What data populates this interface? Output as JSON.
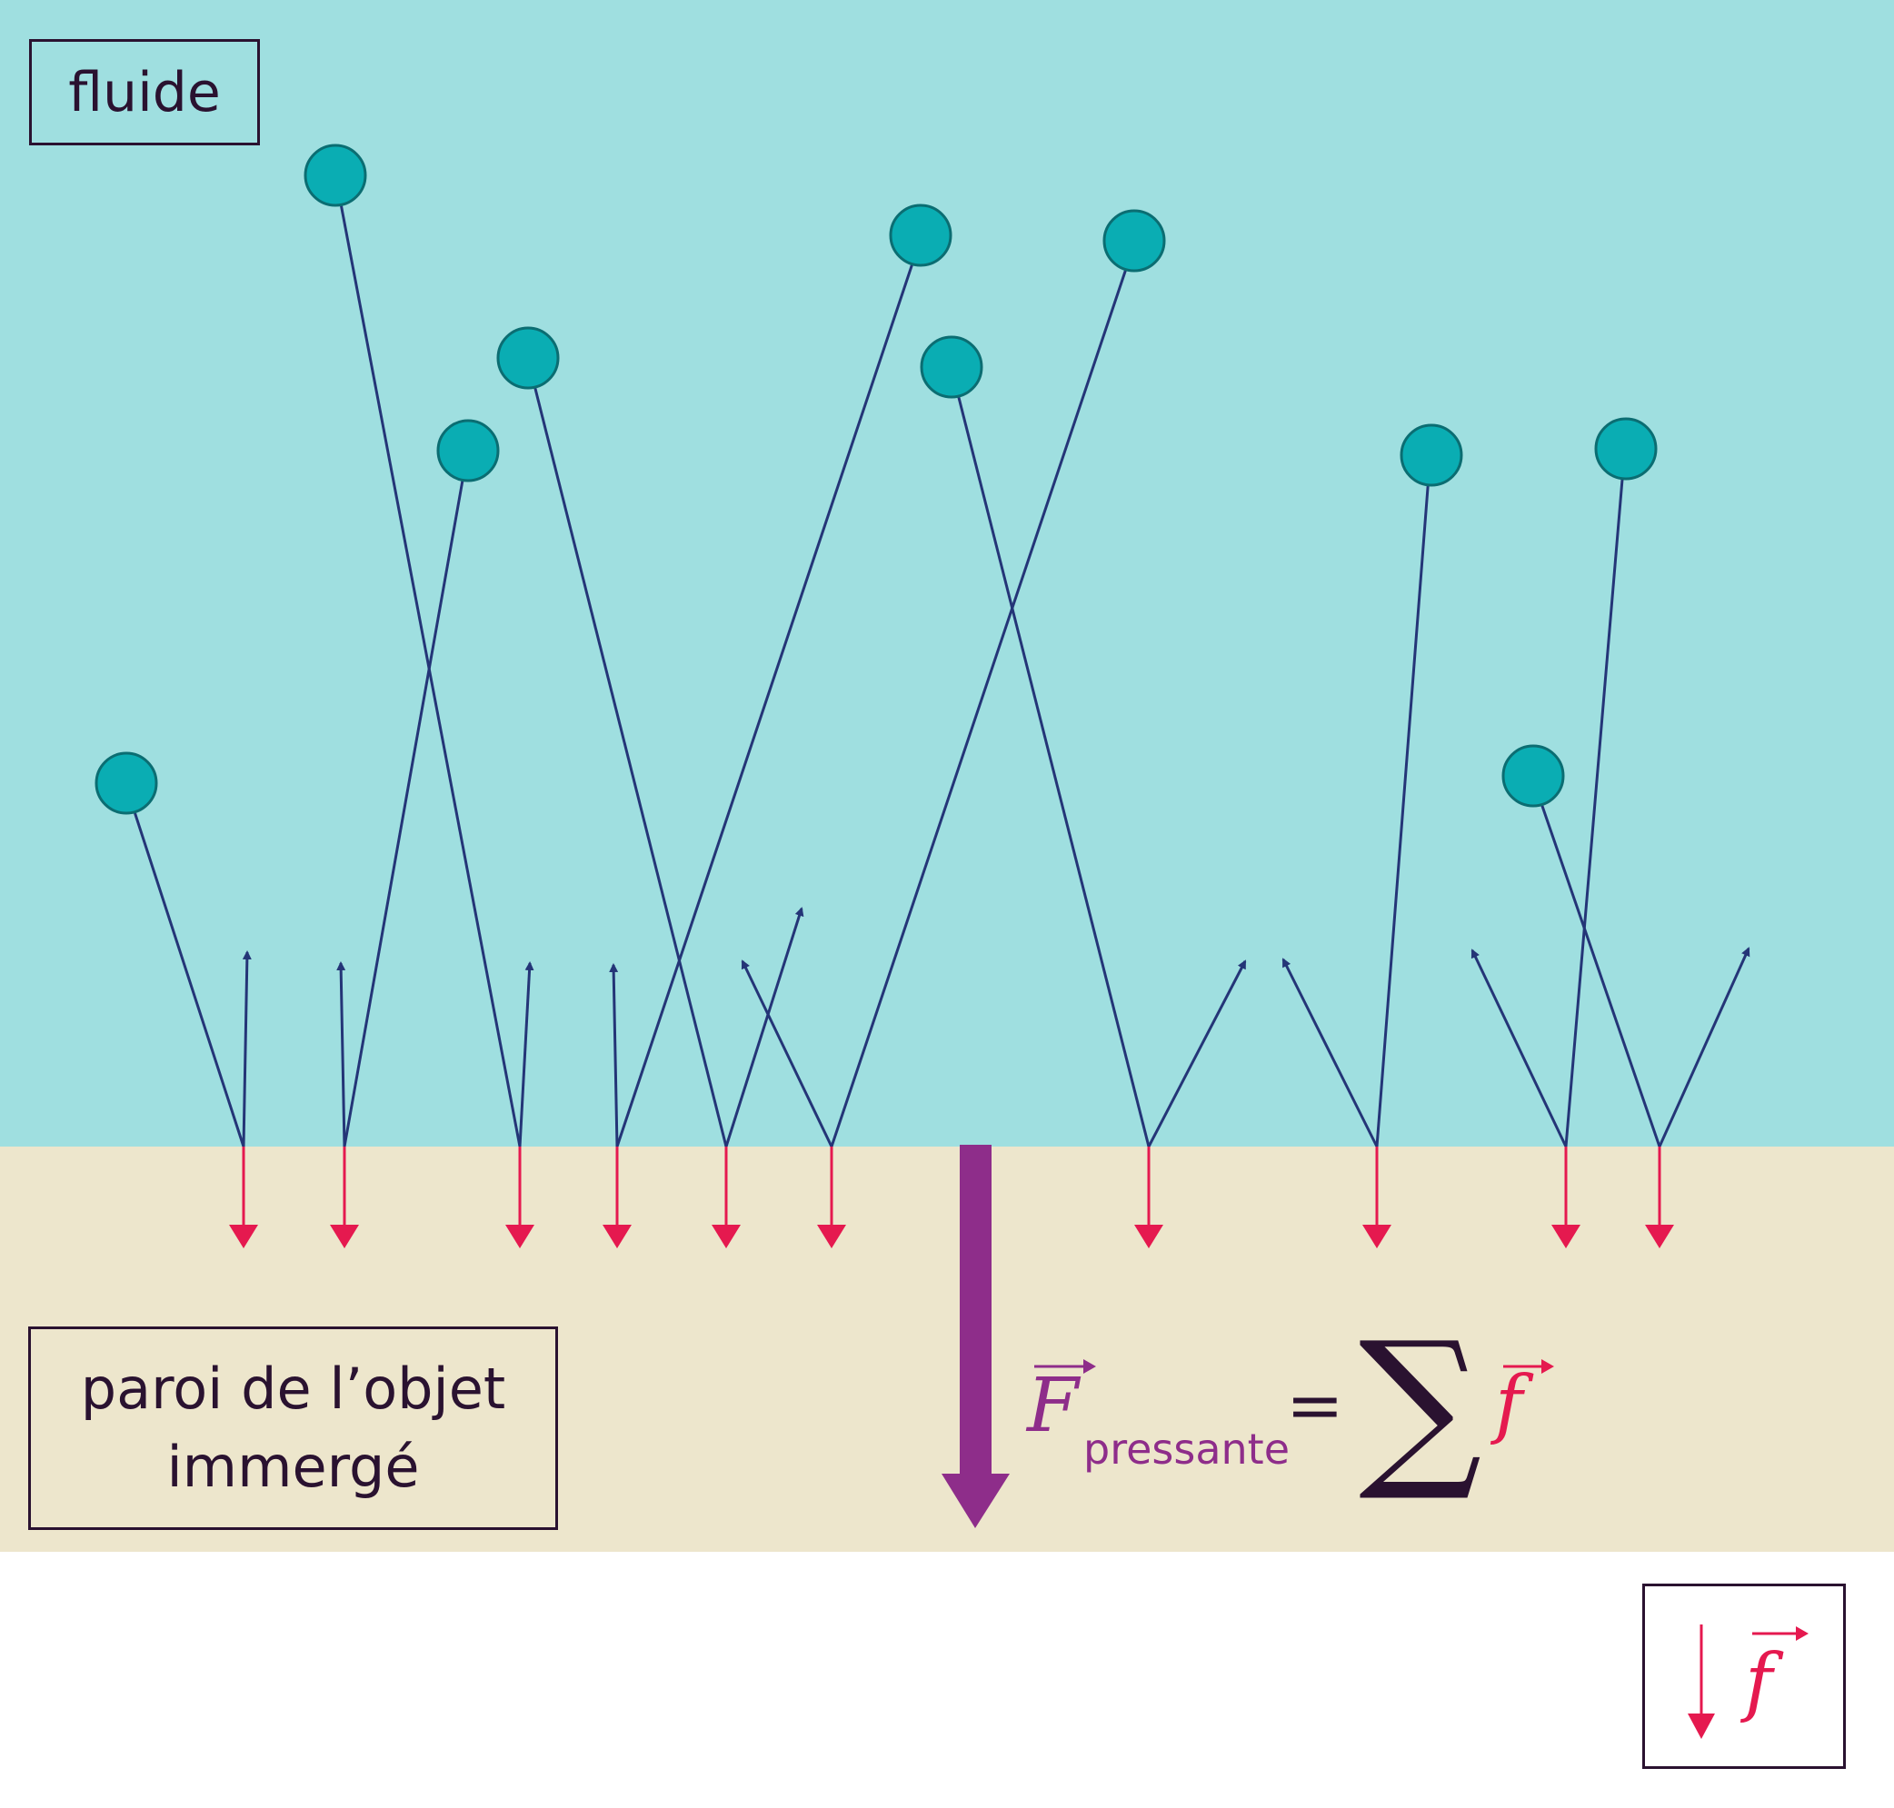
{
  "labels": {
    "fluid": "fluide",
    "wall_line1": "paroi de l’objet",
    "wall_line2": "immergé"
  },
  "formula": {
    "F": "F",
    "subscript": "pressante",
    "equals": "=",
    "sum": "∑",
    "f": "f"
  },
  "legend": {
    "f": "f"
  },
  "colors": {
    "fluid": "#9fdfe0",
    "wall": "#ede6cc",
    "particle": "#0aadb3",
    "particle_stroke": "#0b6d72",
    "trajectory": "#243577",
    "force_small": "#e5194f",
    "force_resultant": "#8e2d8a",
    "text": "#2a1230"
  }
}
